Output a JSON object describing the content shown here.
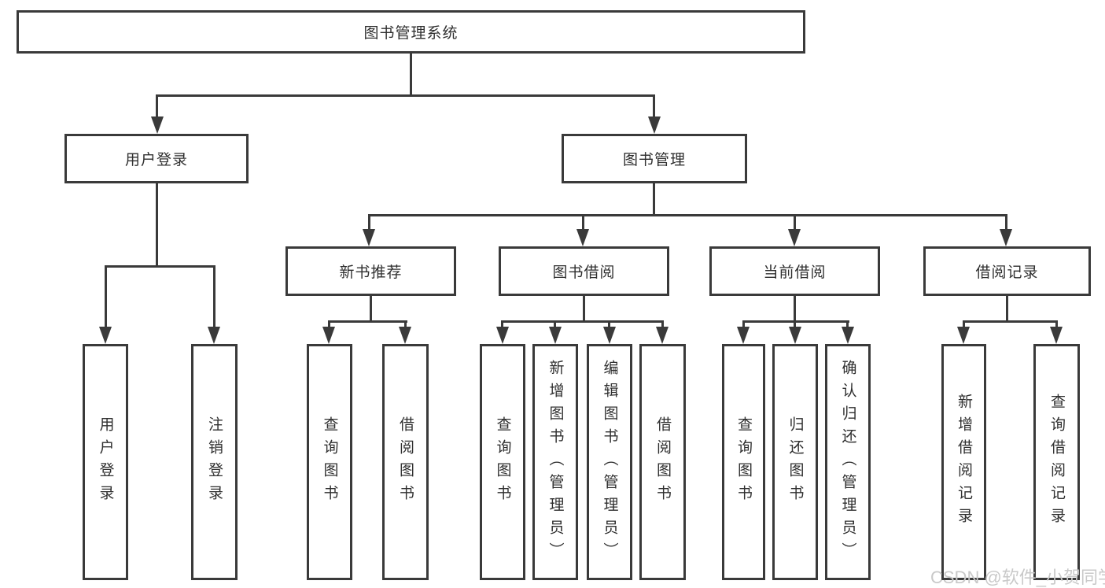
{
  "tree": {
    "root": {
      "label": "图书管理系统"
    },
    "branches": [
      {
        "label": "用户登录",
        "children": [
          {
            "label": "用户登录"
          },
          {
            "label": "注销登录"
          }
        ]
      },
      {
        "label": "图书管理",
        "children": [
          {
            "label": "新书推荐",
            "children": [
              {
                "label": "查询图书"
              },
              {
                "label": "借阅图书"
              }
            ]
          },
          {
            "label": "图书借阅",
            "children": [
              {
                "label": "查询图书"
              },
              {
                "label": "新增图书（管理员）"
              },
              {
                "label": "编辑图书（管理员）"
              },
              {
                "label": "借阅图书"
              }
            ]
          },
          {
            "label": "当前借阅",
            "children": [
              {
                "label": "查询图书"
              },
              {
                "label": "归还图书"
              },
              {
                "label": "确认归还（管理员）"
              }
            ]
          },
          {
            "label": "借阅记录",
            "children": [
              {
                "label": "新增借阅记录"
              },
              {
                "label": "查询借阅记录"
              }
            ]
          }
        ]
      }
    ]
  },
  "watermark": {
    "text": "CSDN @软件_小贺同学"
  },
  "colors": {
    "line": "#3a3a3a",
    "text": "#2f2f2f",
    "background": "#ffffff",
    "watermark": "#c9c9c9"
  }
}
